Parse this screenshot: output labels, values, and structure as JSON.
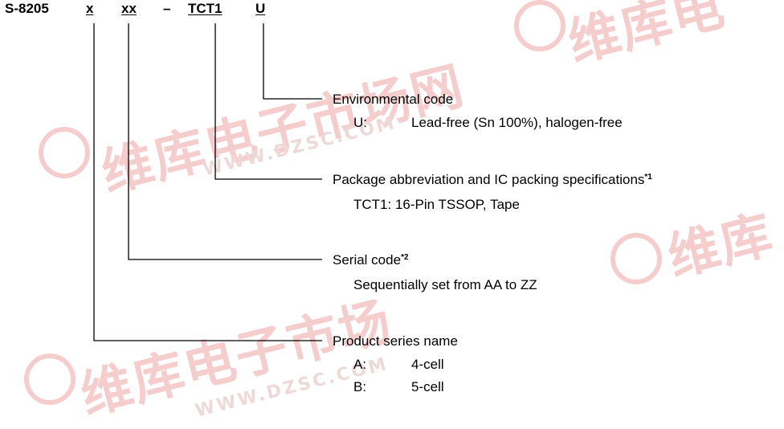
{
  "part_number": {
    "prefix": "S-8205",
    "series_placeholder": "x",
    "serial_placeholder": "xx",
    "dash": "–",
    "package_code": "TCT1",
    "env_code": "U"
  },
  "callouts": {
    "environmental": {
      "title": "Environmental code",
      "items": [
        {
          "key": "U:",
          "value": "Lead-free (Sn 100%), halogen-free"
        }
      ]
    },
    "package": {
      "title": "Package abbreviation and IC packing specifications",
      "note": "*1",
      "detail": "TCT1: 16-Pin TSSOP, Tape"
    },
    "serial": {
      "title": "Serial code",
      "note": "*2",
      "detail": "Sequentially set from AA to ZZ"
    },
    "series": {
      "title": "Product series name",
      "items": [
        {
          "key": "A:",
          "value": "4-cell"
        },
        {
          "key": "B:",
          "value": "5-cell"
        }
      ]
    }
  },
  "colors": {
    "text": "#000000",
    "watermark": "#f6cdcd"
  }
}
